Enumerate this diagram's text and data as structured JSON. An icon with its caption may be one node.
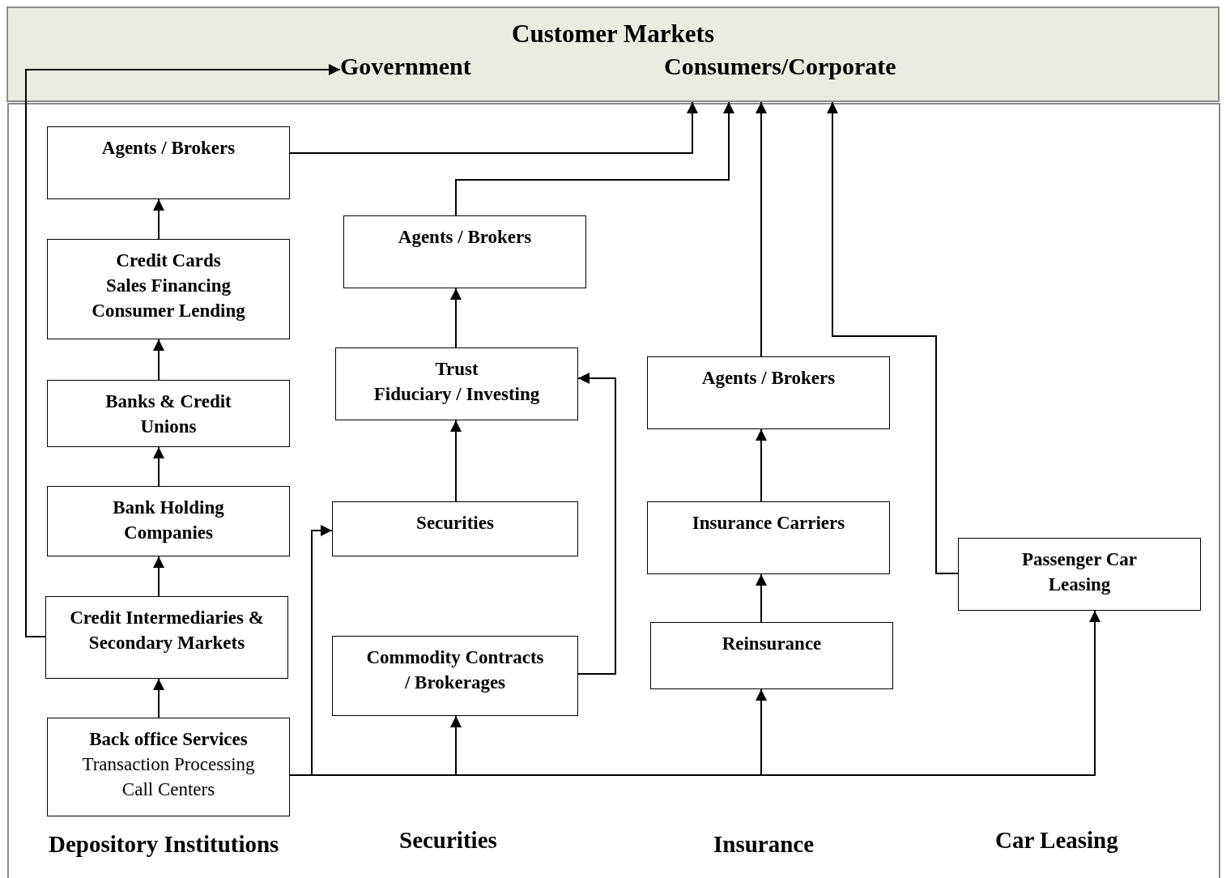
{
  "diagram": {
    "nodes": [
      {
        "text": [
          "Customer Markets"
        ]
      },
      {
        "text": [
          "Government"
        ],
        "in": 0
      },
      {
        "text": [
          "Consumers/Corporate"
        ],
        "in": 0
      },
      {
        "text": [
          "Agents / Brokers"
        ]
      },
      {
        "text": [
          "Credit Cards",
          "Sales Financing",
          "Consumer Lending"
        ]
      },
      {
        "text": [
          "Banks & Credit Unions"
        ]
      },
      {
        "text": [
          "Bank Holding Companies"
        ]
      },
      {
        "text": [
          "Credit Intermediaries & Secondary Markets"
        ]
      },
      {
        "text": [
          "Back office Services",
          "Transaction Processing",
          "Call Centers"
        ]
      },
      {
        "text": [
          "Agents / Brokers"
        ]
      },
      {
        "text": [
          "Trust",
          "Fiduciary / Investing"
        ]
      },
      {
        "text": [
          "Securities"
        ]
      },
      {
        "text": [
          "Commodity Contracts / Brokerages"
        ]
      },
      {
        "text": [
          "Agents / Brokers"
        ]
      },
      {
        "text": [
          "Insurance Carriers"
        ]
      },
      {
        "text": [
          "Reinsurance"
        ]
      },
      {
        "text": [
          "Passenger Car Leasing"
        ]
      }
    ],
    "edges": [
      {
        "from": 3,
        "to": 2,
        "arrow": "to"
      },
      {
        "from": 9,
        "to": 2,
        "arrow": "to"
      },
      {
        "from": 13,
        "to": 2,
        "arrow": "to"
      },
      {
        "from": 16,
        "to": 2,
        "arrow": "to"
      },
      {
        "from": 4,
        "to": 3,
        "arrow": "to"
      },
      {
        "from": 5,
        "to": 4,
        "arrow": "to"
      },
      {
        "from": 6,
        "to": 5,
        "arrow": "to"
      },
      {
        "from": 7,
        "to": 6,
        "arrow": "to"
      },
      {
        "from": 8,
        "to": 7,
        "arrow": "to"
      },
      {
        "from": 7,
        "to": 1,
        "arrow": "to"
      },
      {
        "from": 10,
        "to": 9,
        "arrow": "to"
      },
      {
        "from": 11,
        "to": 10,
        "arrow": "to"
      },
      {
        "from": 12,
        "to": 10,
        "arrow": "to"
      },
      {
        "from": 8,
        "to": 11,
        "arrow": "to"
      },
      {
        "from": 8,
        "to": 12,
        "arrow": "to"
      },
      {
        "from": 8,
        "to": 15,
        "arrow": "to"
      },
      {
        "from": 8,
        "to": 16,
        "arrow": "to"
      },
      {
        "from": 15,
        "to": 14,
        "arrow": "to"
      },
      {
        "from": 14,
        "to": 13,
        "arrow": "to"
      }
    ],
    "labels": [
      "Depository Institutions",
      "Securities",
      "Insurance",
      "Car Leasing"
    ]
  }
}
